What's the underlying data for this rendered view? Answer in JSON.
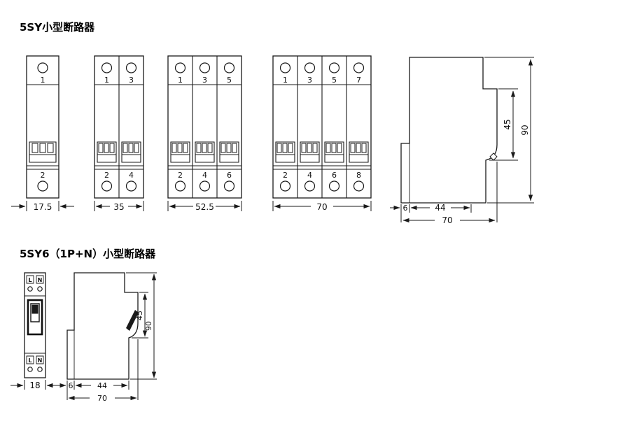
{
  "titles": {
    "section1": "5SY小型断路器",
    "section2": "5SY6（1P+N）小型断路器"
  },
  "front_views": [
    {
      "top": [
        "1"
      ],
      "bottom": [
        "2"
      ],
      "width": "17.5"
    },
    {
      "top": [
        "1",
        "3"
      ],
      "bottom": [
        "2",
        "4"
      ],
      "width": "35"
    },
    {
      "top": [
        "1",
        "3",
        "5"
      ],
      "bottom": [
        "2",
        "4",
        "6"
      ],
      "width": "52.5"
    },
    {
      "top": [
        "1",
        "3",
        "5",
        "7"
      ],
      "bottom": [
        "2",
        "4",
        "6",
        "8"
      ],
      "width": "70"
    }
  ],
  "side_view": {
    "front_height": "45",
    "total_height": "90",
    "clip_depth": "6",
    "body_depth": "44",
    "total_depth": "70"
  },
  "pn_front": {
    "terminal_l": "L",
    "terminal_n": "N",
    "width": "18"
  },
  "pn_side": {
    "front_height": "45",
    "total_height": "90",
    "clip_depth": "6",
    "body_depth": "44",
    "total_depth": "70"
  }
}
